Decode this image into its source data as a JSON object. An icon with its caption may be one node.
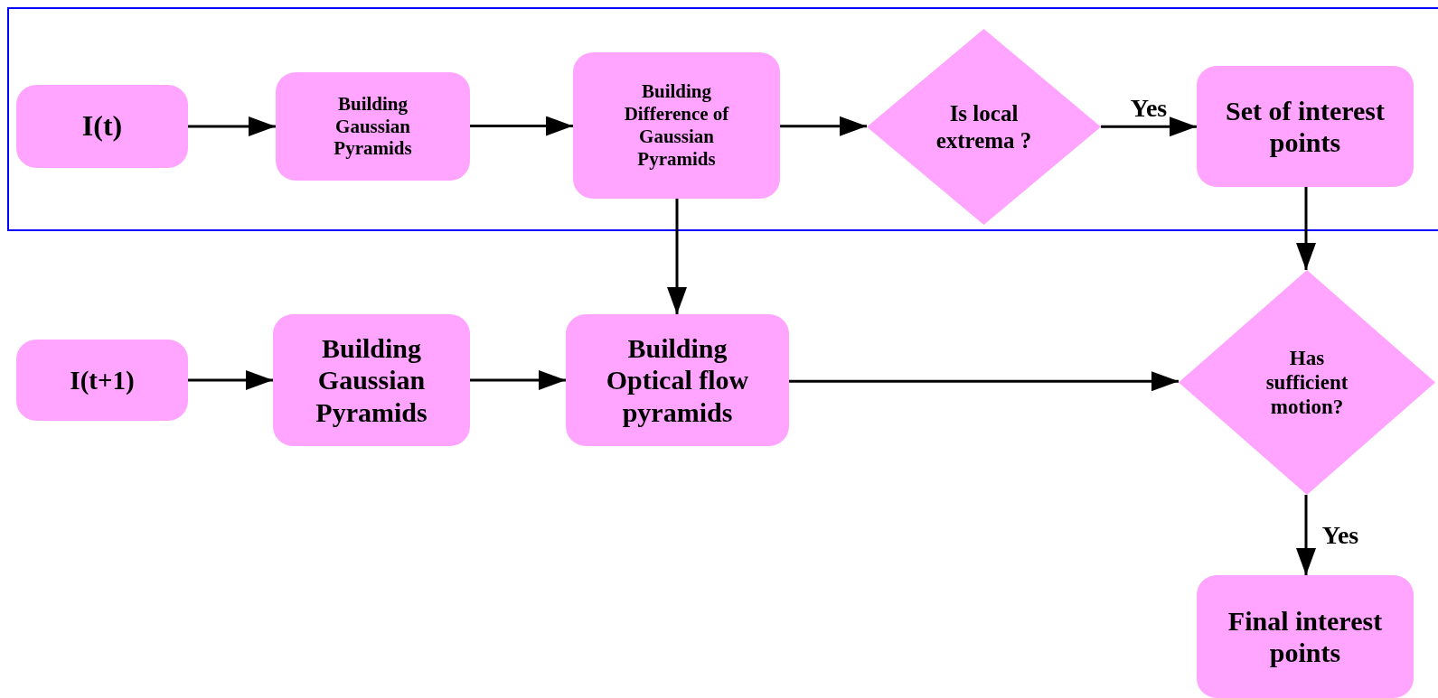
{
  "diagram": {
    "nodes": [
      {
        "text": [],
        "shape": "box"
      },
      {
        "text": [
          "I(t)"
        ],
        "in": 0
      },
      {
        "text": [
          "Building Gaussian Pyramids"
        ],
        "in": 0
      },
      {
        "text": [
          "Building Difference of Gaussian Pyramids"
        ],
        "in": 0
      },
      {
        "text": [
          "Is local extrema ?"
        ],
        "in": 0
      },
      {
        "text": [
          "Set of interest points"
        ],
        "in": 0
      },
      {
        "text": [
          "I(t+1)"
        ]
      },
      {
        "text": [
          "Building Gaussian Pyramids"
        ]
      },
      {
        "text": [
          "Building Optical flow pyramids"
        ]
      },
      {
        "text": [
          "Has sufficient motion?"
        ]
      },
      {
        "text": [
          "Final interest points"
        ]
      }
    ],
    "edges": [
      {
        "from": 1,
        "to": 2,
        "arrow": "to"
      },
      {
        "from": 2,
        "to": 3,
        "arrow": "to"
      },
      {
        "from": 3,
        "to": 4,
        "arrow": "to"
      },
      {
        "from": 4,
        "to": 5,
        "arrow": "to",
        "label": "Yes"
      },
      {
        "from": 5,
        "to": 9,
        "arrow": "to"
      },
      {
        "from": 3,
        "to": 8,
        "arrow": "to"
      },
      {
        "from": 6,
        "to": 7,
        "arrow": "to"
      },
      {
        "from": 7,
        "to": 8,
        "arrow": "to"
      },
      {
        "from": 8,
        "to": 9,
        "arrow": "to"
      },
      {
        "from": 9,
        "to": 10,
        "arrow": "to",
        "label": "Yes"
      }
    ]
  }
}
